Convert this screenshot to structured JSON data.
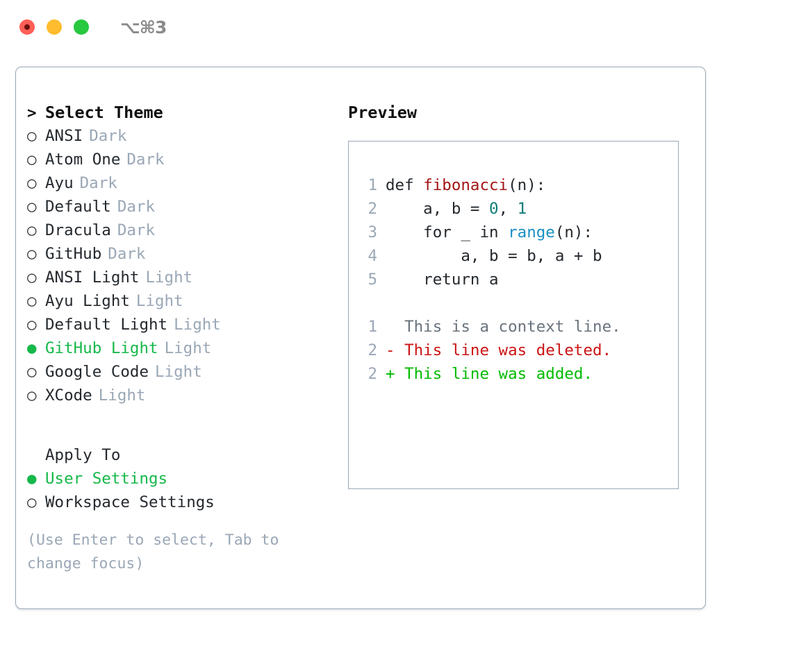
{
  "window": {
    "shortcut_label": "⌥⌘3",
    "traffic_lights": {
      "close_label": "close",
      "minimize_label": "minimize",
      "maximize_label": "maximize"
    }
  },
  "theme_picker": {
    "header_caret": ">",
    "header_label": "Select Theme",
    "bullet_unselected": "○",
    "bullet_selected": "●",
    "items": [
      {
        "label": "ANSI",
        "tag": "Dark",
        "selected": false
      },
      {
        "label": "Atom One",
        "tag": "Dark",
        "selected": false
      },
      {
        "label": "Ayu",
        "tag": "Dark",
        "selected": false
      },
      {
        "label": "Default",
        "tag": "Dark",
        "selected": false
      },
      {
        "label": "Dracula",
        "tag": "Dark",
        "selected": false
      },
      {
        "label": "GitHub",
        "tag": "Dark",
        "selected": false
      },
      {
        "label": "ANSI Light",
        "tag": "Light",
        "selected": false
      },
      {
        "label": "Ayu Light",
        "tag": "Light",
        "selected": false
      },
      {
        "label": "Default Light",
        "tag": "Light",
        "selected": false
      },
      {
        "label": "GitHub Light",
        "tag": "Light",
        "selected": true
      },
      {
        "label": "Google Code",
        "tag": "Light",
        "selected": false
      },
      {
        "label": "XCode",
        "tag": "Light",
        "selected": false
      }
    ]
  },
  "apply_to": {
    "title": "Apply To",
    "items": [
      {
        "label": "User Settings",
        "selected": true
      },
      {
        "label": "Workspace Settings",
        "selected": false
      }
    ]
  },
  "hint": {
    "text": "(Use Enter to select, Tab to change focus)"
  },
  "preview": {
    "title": "Preview",
    "code_lines": [
      {
        "num": "1",
        "tokens": [
          {
            "text": "def ",
            "kind": "plain"
          },
          {
            "text": "fibonacci",
            "kind": "fn"
          },
          {
            "text": "(n):",
            "kind": "plain"
          }
        ]
      },
      {
        "num": "2",
        "tokens": [
          {
            "text": "    a, b = ",
            "kind": "plain"
          },
          {
            "text": "0",
            "kind": "num"
          },
          {
            "text": ", ",
            "kind": "plain"
          },
          {
            "text": "1",
            "kind": "num"
          }
        ]
      },
      {
        "num": "3",
        "tokens": [
          {
            "text": "    for _ in ",
            "kind": "plain"
          },
          {
            "text": "range",
            "kind": "builtin"
          },
          {
            "text": "(n):",
            "kind": "plain"
          }
        ]
      },
      {
        "num": "4",
        "tokens": [
          {
            "text": "        a, b = b, a + b",
            "kind": "plain"
          }
        ]
      },
      {
        "num": "5",
        "tokens": [
          {
            "text": "    return a",
            "kind": "plain"
          }
        ]
      }
    ],
    "diff_lines": [
      {
        "num": "1",
        "marker": "  ",
        "text": "This is a context line.",
        "kind": "ctx"
      },
      {
        "num": "2",
        "marker": "- ",
        "text": "This line was deleted.",
        "kind": "del"
      },
      {
        "num": "2",
        "marker": "+ ",
        "text": "This line was added.",
        "kind": "add"
      }
    ]
  },
  "colors": {
    "accent_green": "#16b84a",
    "muted": "#9aa7b6",
    "border": "#9aa7b6",
    "text": "#24292e",
    "diff_added": "#00bb00",
    "diff_deleted": "#cc1414",
    "diff_context": "#6a737d",
    "token_function": "#a31515",
    "token_number": "#0d7c77",
    "token_builtin": "#1a8fc4"
  }
}
